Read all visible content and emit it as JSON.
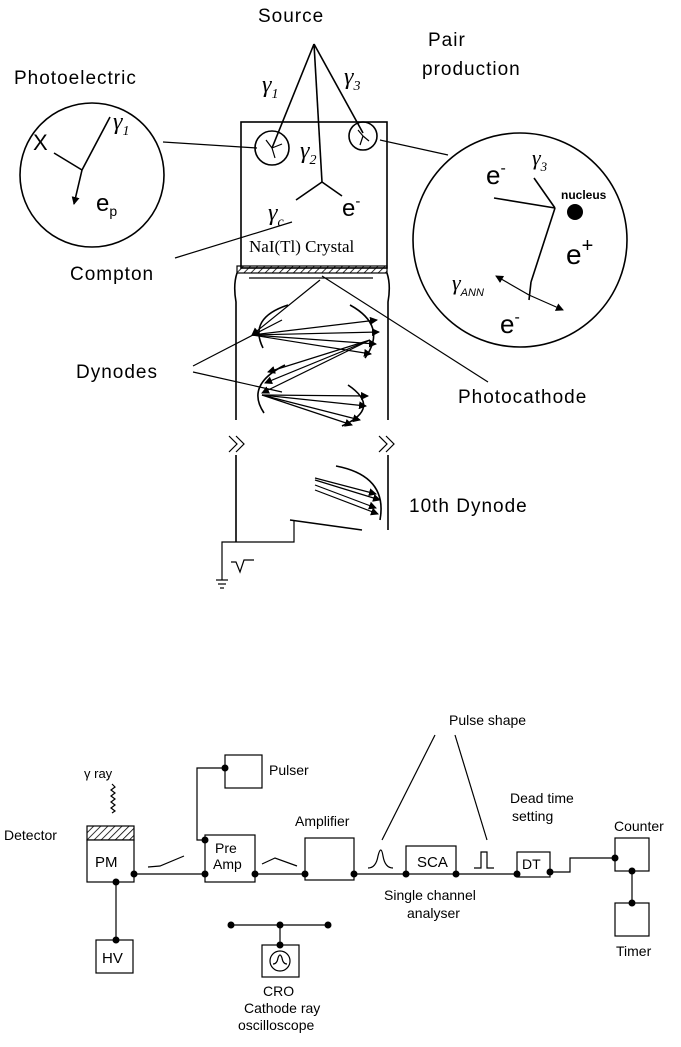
{
  "detector_diagram": {
    "source_label": "Source",
    "pair_production_label_1": "Pair",
    "pair_production_label_2": "production",
    "photoelectric_label": "Photoelectric",
    "compton_label": "Compton",
    "dynodes_label": "Dynodes",
    "photocathode_label": "Photocathode",
    "tenth_dynode_label": "10th Dynode",
    "crystal_label": "NaI(Tl) Crystal",
    "symbols": {
      "gamma": "γ",
      "sub_1": "1",
      "sub_2": "2",
      "sub_3": "3",
      "sub_c": "c",
      "sub_ann": "ANN",
      "x": "X",
      "e": "e",
      "sub_p": "p",
      "minus": "-",
      "plus": "+",
      "nucleus": "nucleus"
    }
  },
  "block_diagram": {
    "gamma_ray_label": "γ ray",
    "detector_label": "Detector",
    "pm_label": "PM",
    "hv_label": "HV",
    "pulser_label": "Pulser",
    "preamp_label_1": "Pre",
    "preamp_label_2": "Amp",
    "amplifier_label": "Amplifier",
    "pulse_shape_label": "Pulse shape",
    "sca_label": "SCA",
    "sca_caption_1": "Single channel",
    "sca_caption_2": "analyser",
    "dead_time_label_1": "Dead time",
    "dead_time_label_2": "setting",
    "dt_label": "DT",
    "counter_label": "Counter",
    "timer_label": "Timer",
    "cro_label": "CRO",
    "cro_caption_1": "Cathode ray",
    "cro_caption_2": "oscilloscope"
  }
}
